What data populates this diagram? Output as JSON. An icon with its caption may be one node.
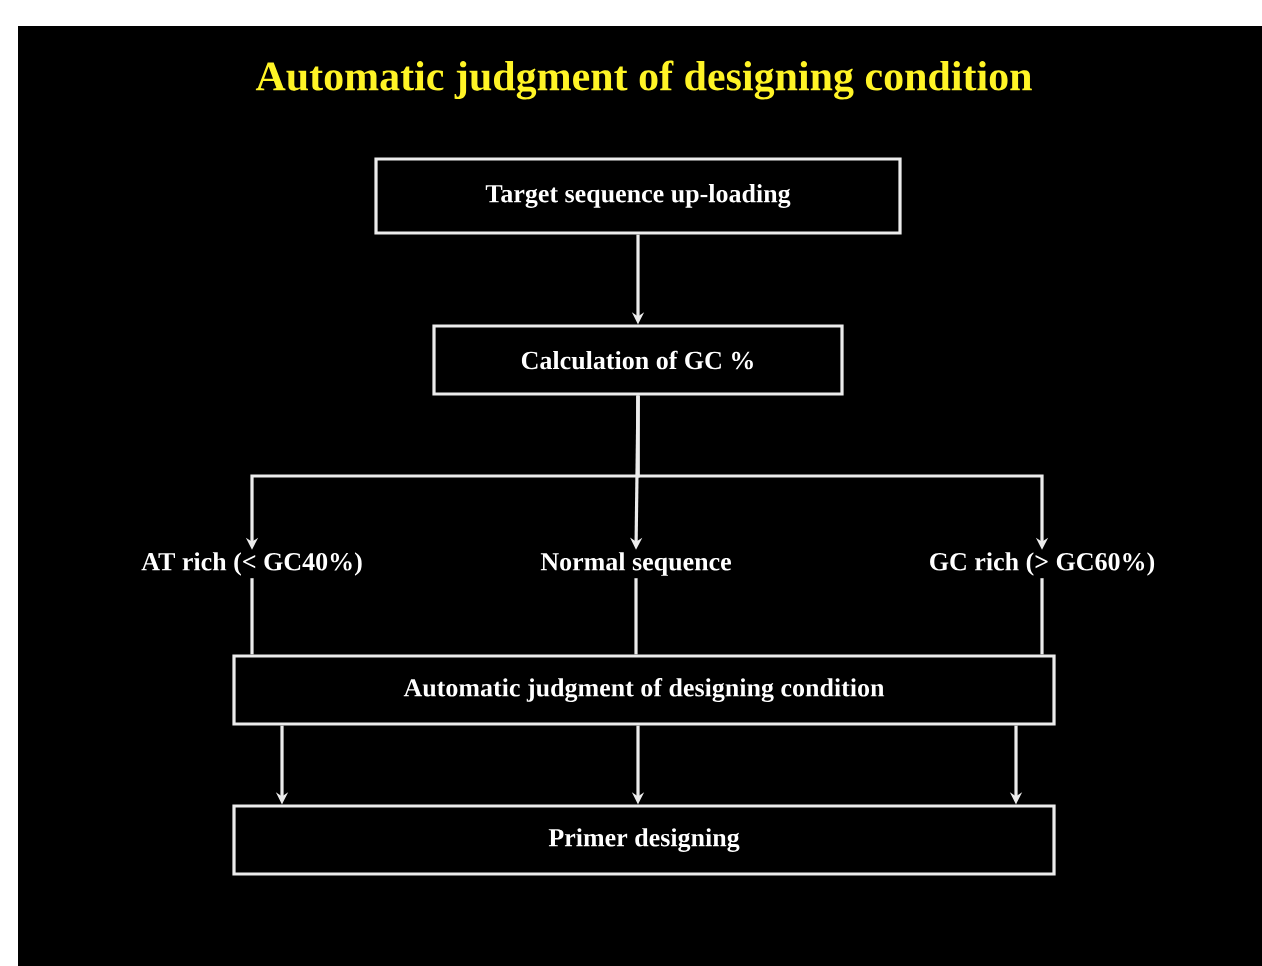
{
  "diagram": {
    "title": "Automatic judgment of designing condition",
    "nodes": [
      {
        "text": [
          "Target sequence up-loading"
        ]
      },
      {
        "text": [
          "Calculation of GC %"
        ]
      },
      {
        "text": [
          "AT rich (< GC40%)"
        ]
      },
      {
        "text": [
          "Normal sequence"
        ]
      },
      {
        "text": [
          "GC rich (> GC60%)"
        ]
      },
      {
        "text": [
          "Automatic judgment of designing condition"
        ]
      },
      {
        "text": [
          "Primer designing"
        ]
      }
    ],
    "edges": [
      {
        "from": 0,
        "to": 1,
        "arrow": "to"
      },
      {
        "from": 1,
        "to": 2,
        "arrow": "to"
      },
      {
        "from": 1,
        "to": 3,
        "arrow": "to"
      },
      {
        "from": 1,
        "to": 4,
        "arrow": "to"
      },
      {
        "from": 2,
        "to": 5,
        "arrow": "none"
      },
      {
        "from": 3,
        "to": 5,
        "arrow": "none"
      },
      {
        "from": 4,
        "to": 5,
        "arrow": "none"
      },
      {
        "from": 5,
        "to": 6,
        "arrow": "to"
      },
      {
        "from": 5,
        "to": 6,
        "arrow": "to"
      },
      {
        "from": 5,
        "to": 6,
        "arrow": "to"
      }
    ]
  }
}
